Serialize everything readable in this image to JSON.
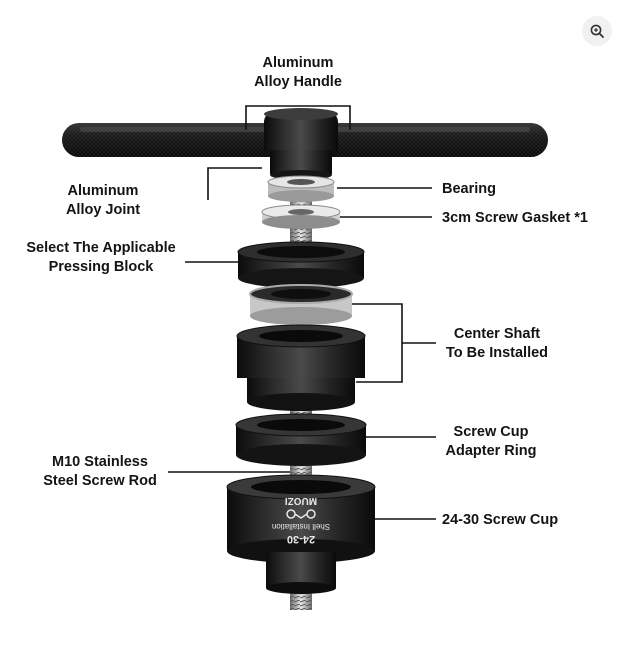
{
  "labels": {
    "handle": [
      "Aluminum",
      "Alloy Handle"
    ],
    "joint": [
      "Aluminum",
      "Alloy Joint"
    ],
    "bearing": "Bearing",
    "gasket": "3cm Screw Gasket *1",
    "block": [
      "Select The Applicable",
      "Pressing Block"
    ],
    "shaft": [
      "Center Shaft",
      "To Be Installed"
    ],
    "adapter": [
      "Screw Cup",
      "Adapter Ring"
    ],
    "rod": [
      "M10 Stainless",
      "Steel Screw Rod"
    ],
    "cup": "24-30 Screw Cup"
  },
  "engraving": {
    "size": "24-30",
    "text": "Shell Installation",
    "brand": "MUOZI"
  },
  "zoom": {
    "icon": "zoom-in-icon"
  }
}
